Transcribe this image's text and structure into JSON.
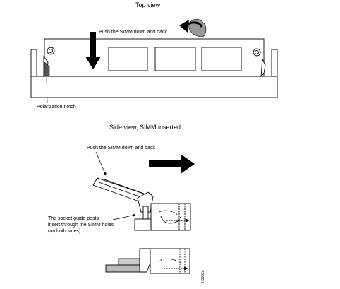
{
  "top_view": {
    "title": "Top view",
    "push_label": "Push the SIMM down and back",
    "notch_label": "Polarization notch"
  },
  "side_view": {
    "title": "Side view, SIMM inserted",
    "push_label": "Push the SIMM down and back",
    "guide_label_lines": [
      "The socket guide posts",
      "insert through the SIMM holes",
      "(on both sides)"
    ]
  },
  "figure_id": "H1052a"
}
